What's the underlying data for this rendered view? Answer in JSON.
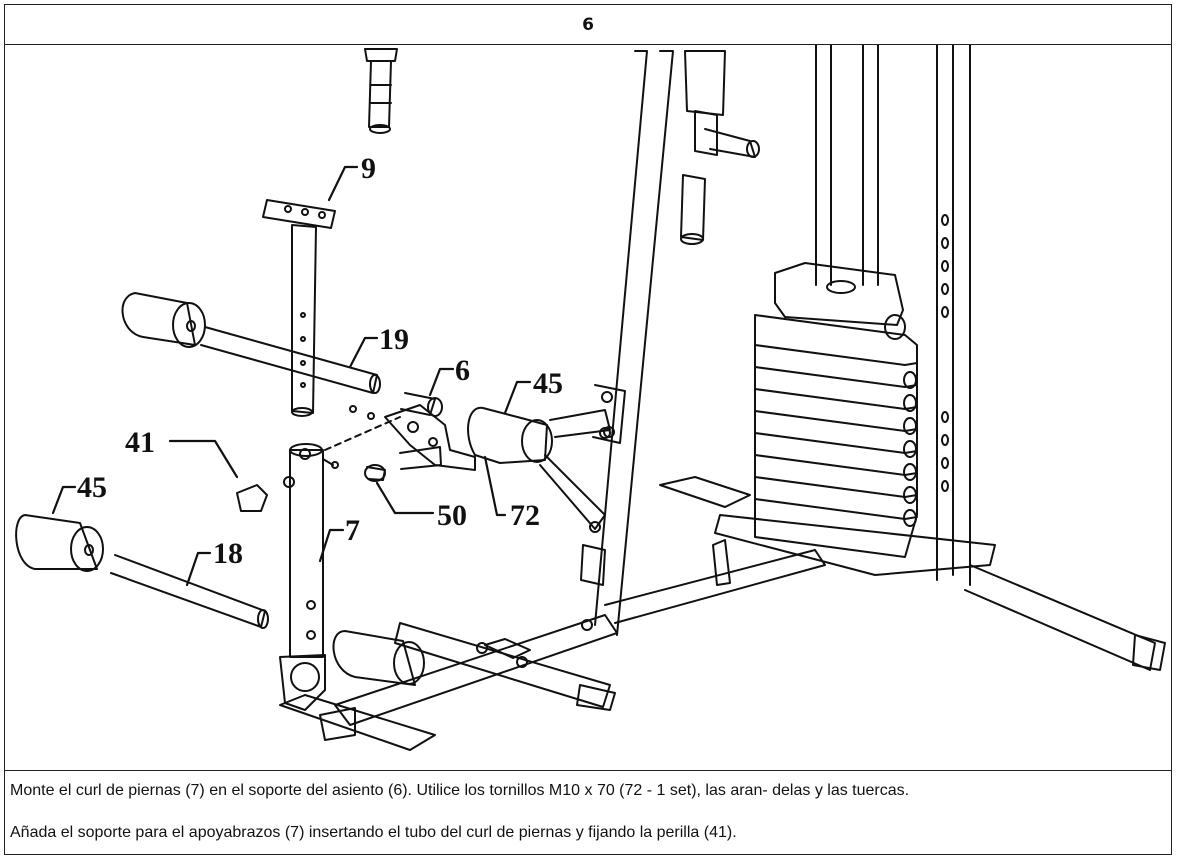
{
  "header": {
    "step": "6"
  },
  "callouts": {
    "c9": "9",
    "c19": "19",
    "c6": "6",
    "c45a": "45",
    "c41": "41",
    "c45b": "45",
    "c18": "18",
    "c7": "7",
    "c50": "50",
    "c72": "72"
  },
  "instructions": {
    "line1": "Monte el curl de piernas (7) en el soporte del asiento (6). Utilice los tornillos M10 x 70 (72 - 1 set), las aran- delas y las tuercas.",
    "line2": "Añada el soporte para el apoyabrazos (7) insertando el tubo del curl de piernas y fijando la perilla (41)."
  }
}
